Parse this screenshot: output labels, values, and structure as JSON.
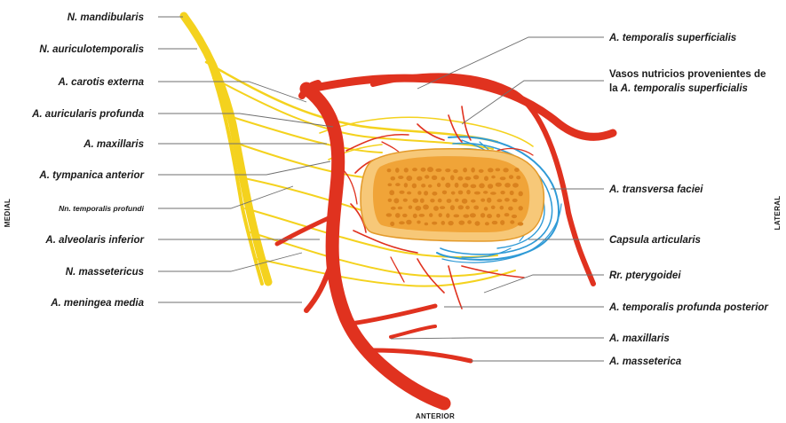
{
  "labels_left": [
    {
      "id": "n-mandibularis",
      "text": "N. mandibularis"
    },
    {
      "id": "n-auriculotemporalis",
      "text": "N. auriculotemporalis"
    },
    {
      "id": "a-carotis-externa",
      "text": "A. carotis externa"
    },
    {
      "id": "a-auricularis-profunda",
      "text": "A. auricularis profunda"
    },
    {
      "id": "a-maxillaris-left",
      "text": "A. maxillaris"
    },
    {
      "id": "a-tympanica-anterior",
      "text": "A. tympanica anterior"
    },
    {
      "id": "nn-temporalis-profundi",
      "text": "Nn. temporalis profundi"
    },
    {
      "id": "a-alveolaris-inferior",
      "text": "A. alveolaris inferior"
    },
    {
      "id": "n-massetericus",
      "text": "N. massetericus"
    },
    {
      "id": "a-meningea-media",
      "text": "A. meningea media"
    }
  ],
  "labels_right": [
    {
      "id": "a-temporalis-superficialis",
      "text": "A. temporalis superficialis"
    },
    {
      "id": "vasos-nutricios-line1",
      "text": "Vasos nutricios provenientes de"
    },
    {
      "id": "vasos-nutricios-line2-prefix",
      "text": "la "
    },
    {
      "id": "vasos-nutricios-line2-italic",
      "text": "A. temporalis superficialis"
    },
    {
      "id": "a-transversa-faciei",
      "text": "A. transversa faciei"
    },
    {
      "id": "capsula-articularis",
      "text": "Capsula articularis"
    },
    {
      "id": "rr-pterygoidei",
      "text": "Rr. pterygoidei"
    },
    {
      "id": "a-temporalis-profunda-posterior",
      "text": "A. temporalis profunda posterior"
    },
    {
      "id": "a-maxillaris-right",
      "text": "A. maxillaris"
    },
    {
      "id": "a-masseterica",
      "text": "A. masseterica"
    }
  ],
  "orientation": {
    "medial": "MEDIAL",
    "lateral": "LATERAL",
    "anterior": "ANTERIOR"
  },
  "colors": {
    "artery": "#e0321f",
    "nerve": "#f4d21e",
    "vein": "#2f9ad6",
    "condyle_fill": "#f0a438",
    "condyle_rim": "#f7c878",
    "condyle_pores": "#d9821e"
  }
}
